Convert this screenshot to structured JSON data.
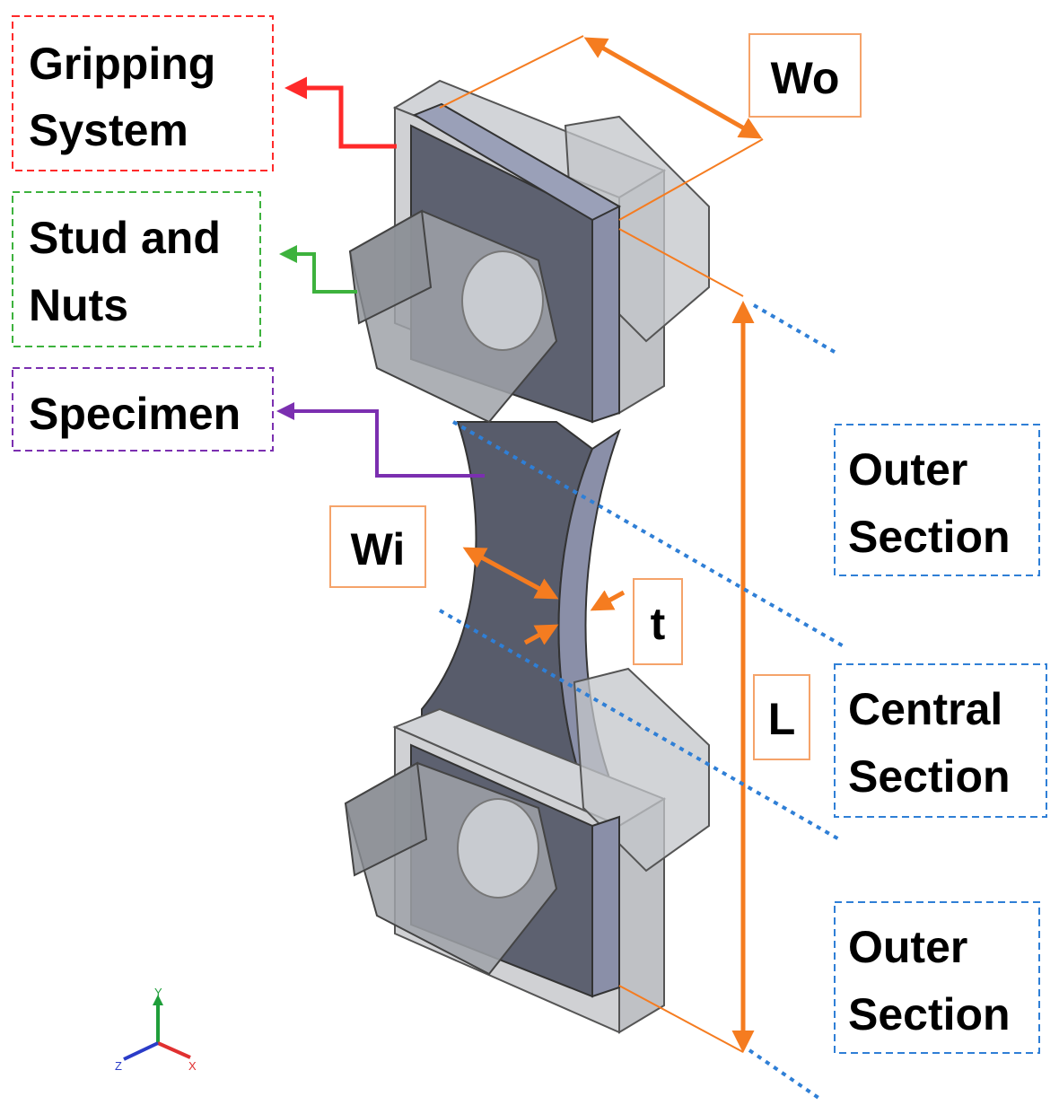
{
  "labels": {
    "gripping_line1": "Gripping",
    "gripping_line2": "System",
    "stud_line1": "Stud and",
    "stud_line2": "Nuts",
    "specimen": "Specimen",
    "outer_top_line1": "Outer",
    "outer_top_line2": "Section",
    "central_line1": "Central",
    "central_line2": "Section",
    "outer_bottom_line1": "Outer",
    "outer_bottom_line2": "Section"
  },
  "dimensions": {
    "wo": "Wo",
    "wi": "Wi",
    "t": "t",
    "l": "L"
  },
  "axes": {
    "y": "Y",
    "x": "X",
    "z": "Z"
  },
  "colors": {
    "gripping": "#ff2a2a",
    "stud": "#3db23d",
    "specimen": "#7b2fb0",
    "section": "#2f7fd6",
    "dimension": "#f57c20",
    "axis_y": "#1f9e3a",
    "axis_x": "#e03030",
    "axis_z": "#2a3cc8"
  }
}
